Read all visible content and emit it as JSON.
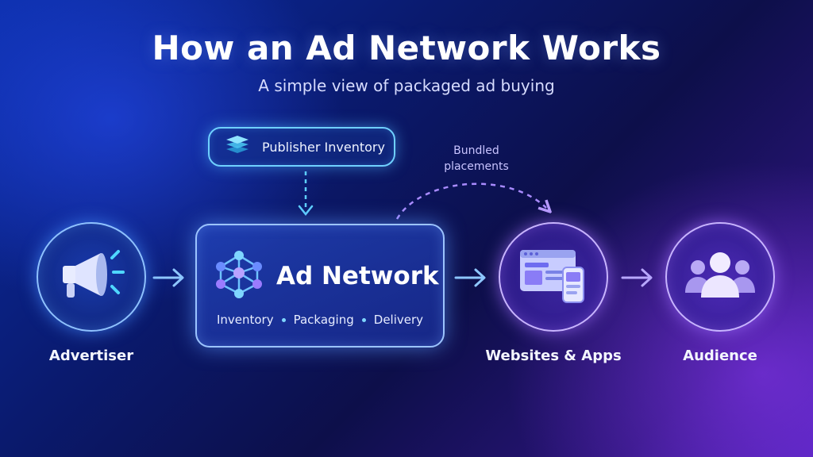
{
  "title": "How an Ad Network Works",
  "subtitle": "A simple view of packaged ad buying",
  "publisher": {
    "label": "Publisher Inventory",
    "icon": "layers-icon"
  },
  "curve_label": "Bundled placements",
  "network": {
    "title": "Ad Network",
    "icon": "network-nodes-icon",
    "features": [
      "Inventory",
      "Packaging",
      "Delivery"
    ]
  },
  "nodes": {
    "advertiser": {
      "label": "Advertiser",
      "icon": "megaphone-icon"
    },
    "websites": {
      "label": "Websites & Apps",
      "icon": "browser-mobile-icon"
    },
    "audience": {
      "label": "Audience",
      "icon": "people-icon"
    }
  },
  "colors": {
    "arrow": "#8fc8ff",
    "dashed_blue": "#5fd0ff",
    "dashed_purple": "#a98bff",
    "icon_light": "#e8ecff",
    "accent_cyan": "#4fd7ff"
  }
}
